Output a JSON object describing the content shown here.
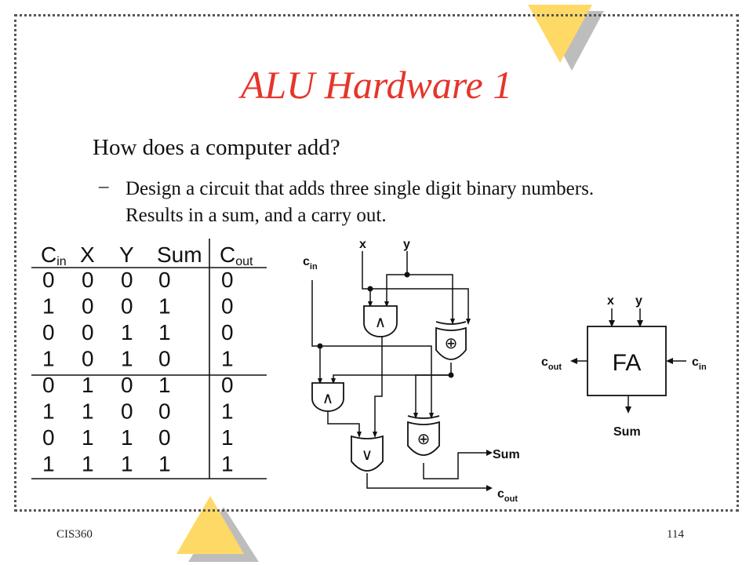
{
  "slide": {
    "title": "ALU Hardware 1",
    "bullet": "How does a computer add?",
    "sub_bullet": "Design a circuit that adds three single digit binary numbers.  Results in a sum, and a carry out.",
    "footer_left": "CIS360",
    "page_number": "114"
  },
  "truth_table": {
    "headers": [
      {
        "main": "C",
        "sub": "in"
      },
      {
        "main": "X",
        "sub": ""
      },
      {
        "main": "Y",
        "sub": ""
      },
      {
        "main": "Sum",
        "sub": ""
      },
      {
        "main": "C",
        "sub": "out"
      }
    ],
    "rows": [
      [
        "0",
        "0",
        "0",
        "0",
        "0"
      ],
      [
        "1",
        "0",
        "0",
        "1",
        "0"
      ],
      [
        "0",
        "0",
        "1",
        "1",
        "0"
      ],
      [
        "1",
        "0",
        "1",
        "0",
        "1"
      ],
      [
        "0",
        "1",
        "0",
        "1",
        "0"
      ],
      [
        "1",
        "1",
        "0",
        "0",
        "1"
      ],
      [
        "0",
        "1",
        "1",
        "0",
        "1"
      ],
      [
        "1",
        "1",
        "1",
        "1",
        "1"
      ]
    ]
  },
  "circuit": {
    "input_x": "x",
    "input_y": "y",
    "input_cin_main": "c",
    "input_cin_sub": "in",
    "and_symbol": "∧",
    "or_symbol": "∨",
    "xor_symbol": "⊕",
    "output_sum": "Sum",
    "output_cout_main": "c",
    "output_cout_sub": "out"
  },
  "fa_block": {
    "label": "FA",
    "x": "x",
    "y": "y",
    "cin_main": "c",
    "cin_sub": "in",
    "cout_main": "c",
    "cout_sub": "out",
    "sum": "Sum"
  },
  "colors": {
    "title": "#e5352a",
    "triangle": "#ffd966",
    "triangle_shadow": "#bdbdbd",
    "bullet": "#e5352a"
  }
}
